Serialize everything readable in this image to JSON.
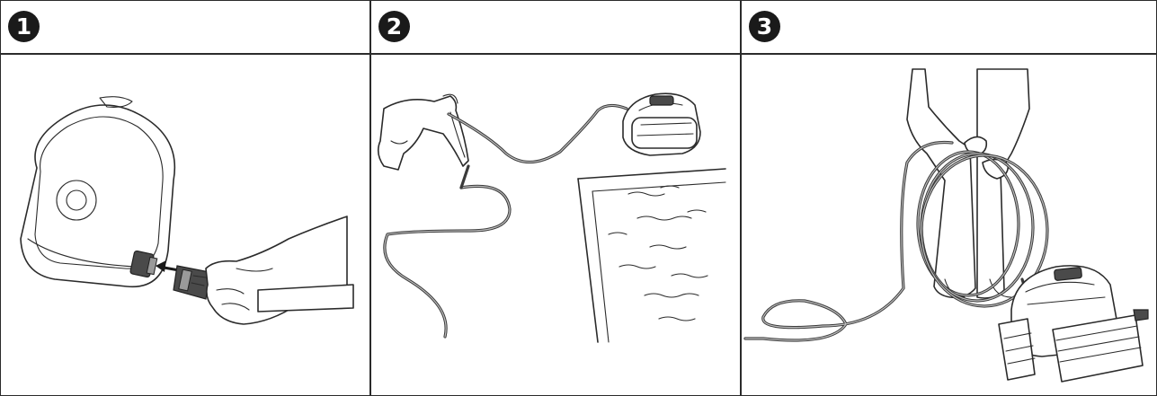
{
  "steps": [
    {
      "number": "1"
    },
    {
      "number": "2"
    },
    {
      "number": "3"
    }
  ],
  "colors": {
    "line": "#2b2b2b",
    "badge": "#1a1a1a",
    "hose": "#3a3a3a",
    "background": "#ffffff"
  }
}
